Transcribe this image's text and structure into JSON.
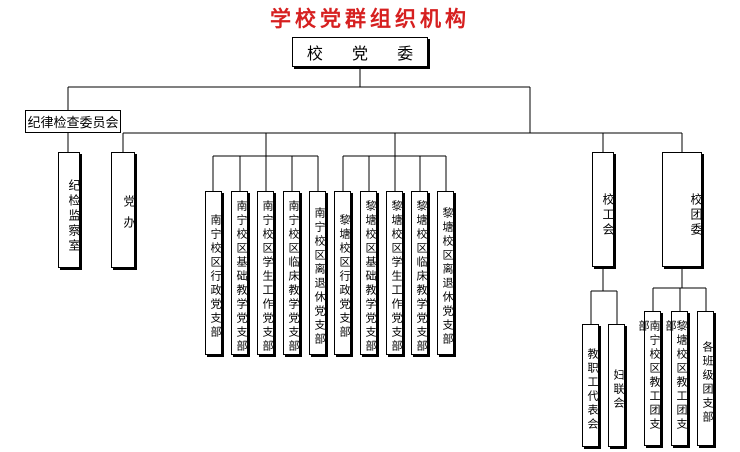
{
  "title": "学校党群组织机构",
  "root": "校 党 委",
  "discipline_committee": "纪律检查委员会",
  "discipline_office": "纪检监察室",
  "party_office": "党办",
  "nanning_branches": [
    "南宁校区行政党支部",
    "南宁校区基础教学党支部",
    "南宁校区学生工作党支部",
    "南宁校区临床教学党支部",
    "南宁校区离退休党支部"
  ],
  "litang_branches": [
    "黎塘校区行政党支部",
    "黎塘校区基础教学党支部",
    "黎塘校区学生工作党支部",
    "黎塘校区临床教学党支部",
    "黎塘校区离退休党支部"
  ],
  "union": {
    "label": "校工会",
    "children": [
      "教职工代表会",
      "妇联会"
    ]
  },
  "youth_league": {
    "label": "校团委",
    "children": [
      "南宁校区教工团支部",
      "黎塘校区教工团支部",
      "各班级团支部"
    ]
  }
}
